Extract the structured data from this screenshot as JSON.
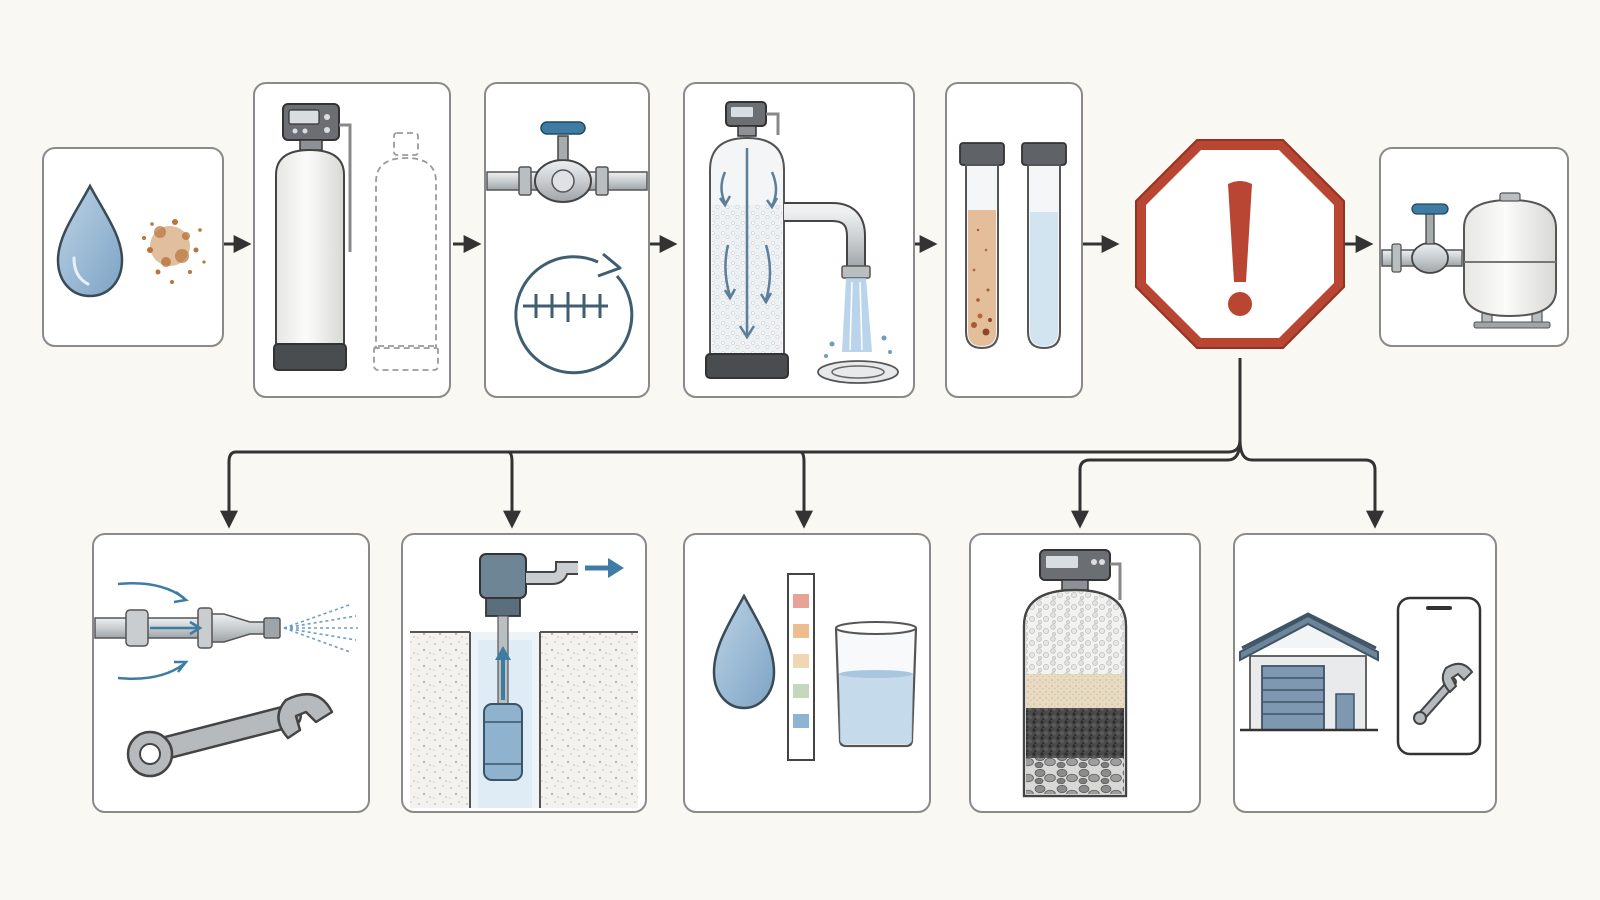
{
  "diagram": {
    "kind": "water-treatment-troubleshooting-flow",
    "colors": {
      "background": "#f9f8f3",
      "card_border": "#8a8a8a",
      "connector": "#333333",
      "water_blue": "#8fb2cf",
      "accent_blue": "#3e7ca3",
      "rust": "#b8743a",
      "alert_red": "#b84632",
      "metal": "#cfd2d4"
    },
    "top_row": [
      {
        "id": "water-with-sediment",
        "icons": [
          "water-drop-icon",
          "rust-sediment-icon"
        ]
      },
      {
        "id": "softener-tank",
        "icons": [
          "softener-tank-icon",
          "control-head-icon",
          "replacement-tank-outline-icon"
        ]
      },
      {
        "id": "bypass-valve-cycle",
        "icons": [
          "bypass-valve-icon",
          "regeneration-cycle-icon"
        ]
      },
      {
        "id": "backwash-flow",
        "icons": [
          "media-tank-icon",
          "drain-outlet-icon"
        ]
      },
      {
        "id": "sample-comparison",
        "icons": [
          "dirty-sample-tube-icon",
          "clear-sample-tube-icon"
        ]
      },
      {
        "id": "alert",
        "icons": [
          "stop-alert-icon"
        ]
      },
      {
        "id": "pressure-tank",
        "icons": [
          "valve-icon",
          "pressure-tank-icon"
        ]
      }
    ],
    "bottom_row": [
      {
        "id": "pipe-flow-repair",
        "icons": [
          "pipe-nozzle-icon",
          "wrench-icon"
        ]
      },
      {
        "id": "well-pump",
        "icons": [
          "well-pump-icon",
          "flow-arrow-icon"
        ]
      },
      {
        "id": "water-testing",
        "icons": [
          "water-drop-icon",
          "test-strip-icon",
          "beaker-icon"
        ]
      },
      {
        "id": "filter-media-layers",
        "icons": [
          "layered-media-tank-icon"
        ]
      },
      {
        "id": "professional-service",
        "icons": [
          "garage-icon",
          "phone-wrench-icon"
        ]
      }
    ]
  }
}
